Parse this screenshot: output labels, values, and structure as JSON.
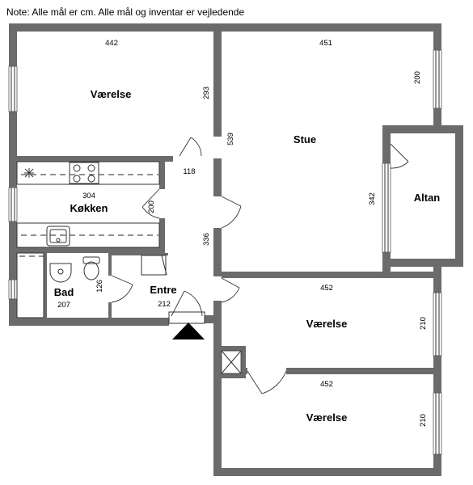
{
  "note": "Note: Alle mål er cm. Alle mål og inventar er vejledende",
  "rooms": {
    "bedroom1": "Værelse",
    "living": "Stue",
    "balcony": "Altan",
    "kitchen": "Køkken",
    "bath": "Bad",
    "hall": "Entre",
    "bedroom2": "Værelse",
    "bedroom3": "Værelse"
  },
  "dims": {
    "bed1_w": "442",
    "bed1_h": "293",
    "living_w": "451",
    "living_win": "200",
    "living_h": "539",
    "balcony_h": "342",
    "corridor": "118",
    "kitchen_w": "304",
    "kitchen_door": "200",
    "hall_h": "336",
    "bath_h": "126",
    "bath_w": "207",
    "hall_w": "212",
    "bed2_w": "452",
    "bed2_h": "210",
    "bed3_w": "452",
    "bed3_h": "210"
  },
  "colors": {
    "wall": "#6b6b6b",
    "entry_marker": "#000000"
  },
  "icons": [
    "entry-arrow-icon",
    "stove-icon",
    "sink-icon",
    "toilet-icon",
    "washbasin-icon",
    "shaft-icon"
  ]
}
